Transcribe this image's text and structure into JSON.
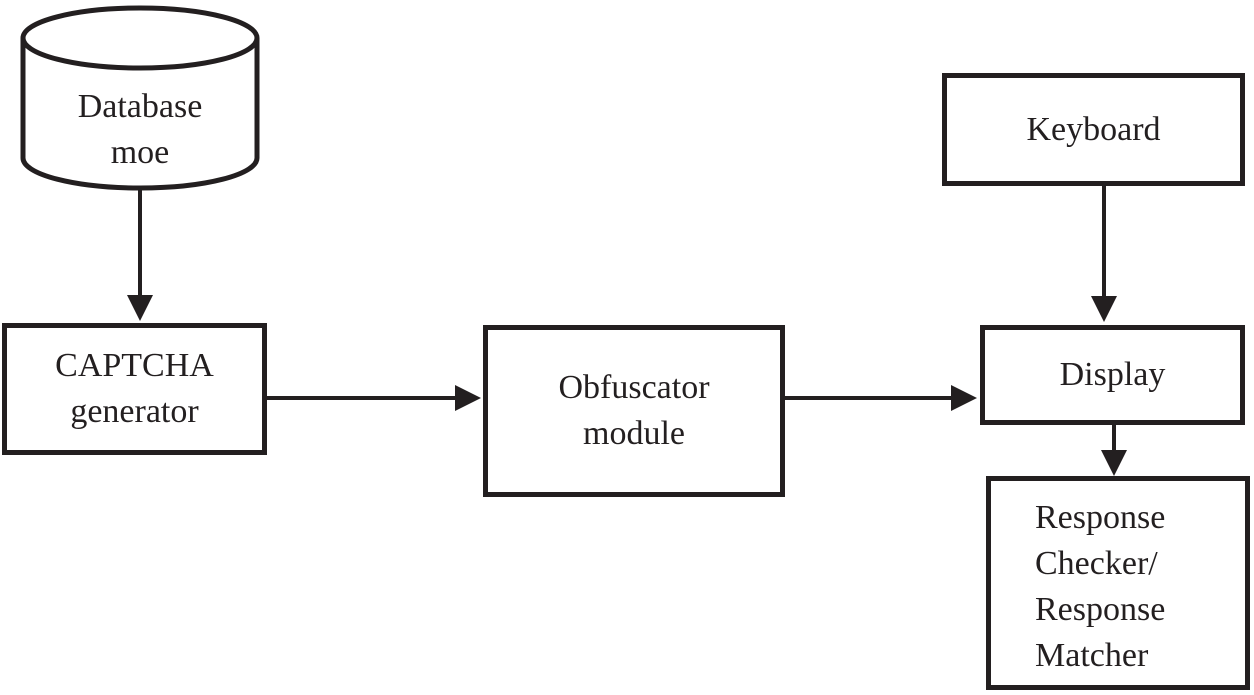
{
  "diagram": {
    "type": "flowchart",
    "colors": {
      "ink": "#231f20",
      "background": "#ffffff"
    },
    "nodes": {
      "database": {
        "shape": "cylinder",
        "lines": [
          "Database",
          "moe"
        ]
      },
      "captcha_generator": {
        "shape": "rectangle",
        "lines": [
          "CAPTCHA",
          "generator"
        ]
      },
      "obfuscator_module": {
        "shape": "rectangle",
        "lines": [
          "Obfuscator",
          "module"
        ]
      },
      "keyboard": {
        "shape": "rectangle",
        "lines": [
          "Keyboard"
        ]
      },
      "display": {
        "shape": "rectangle",
        "lines": [
          "Display"
        ]
      },
      "response_checker": {
        "shape": "rectangle",
        "lines": [
          "Response",
          "Checker/",
          "Response",
          "Matcher"
        ]
      }
    },
    "edges": [
      {
        "from": "database",
        "to": "captcha_generator",
        "direction": "down"
      },
      {
        "from": "captcha_generator",
        "to": "obfuscator_module",
        "direction": "right"
      },
      {
        "from": "obfuscator_module",
        "to": "display",
        "direction": "right"
      },
      {
        "from": "keyboard",
        "to": "display",
        "direction": "down"
      },
      {
        "from": "display",
        "to": "response_checker",
        "direction": "down"
      }
    ]
  }
}
